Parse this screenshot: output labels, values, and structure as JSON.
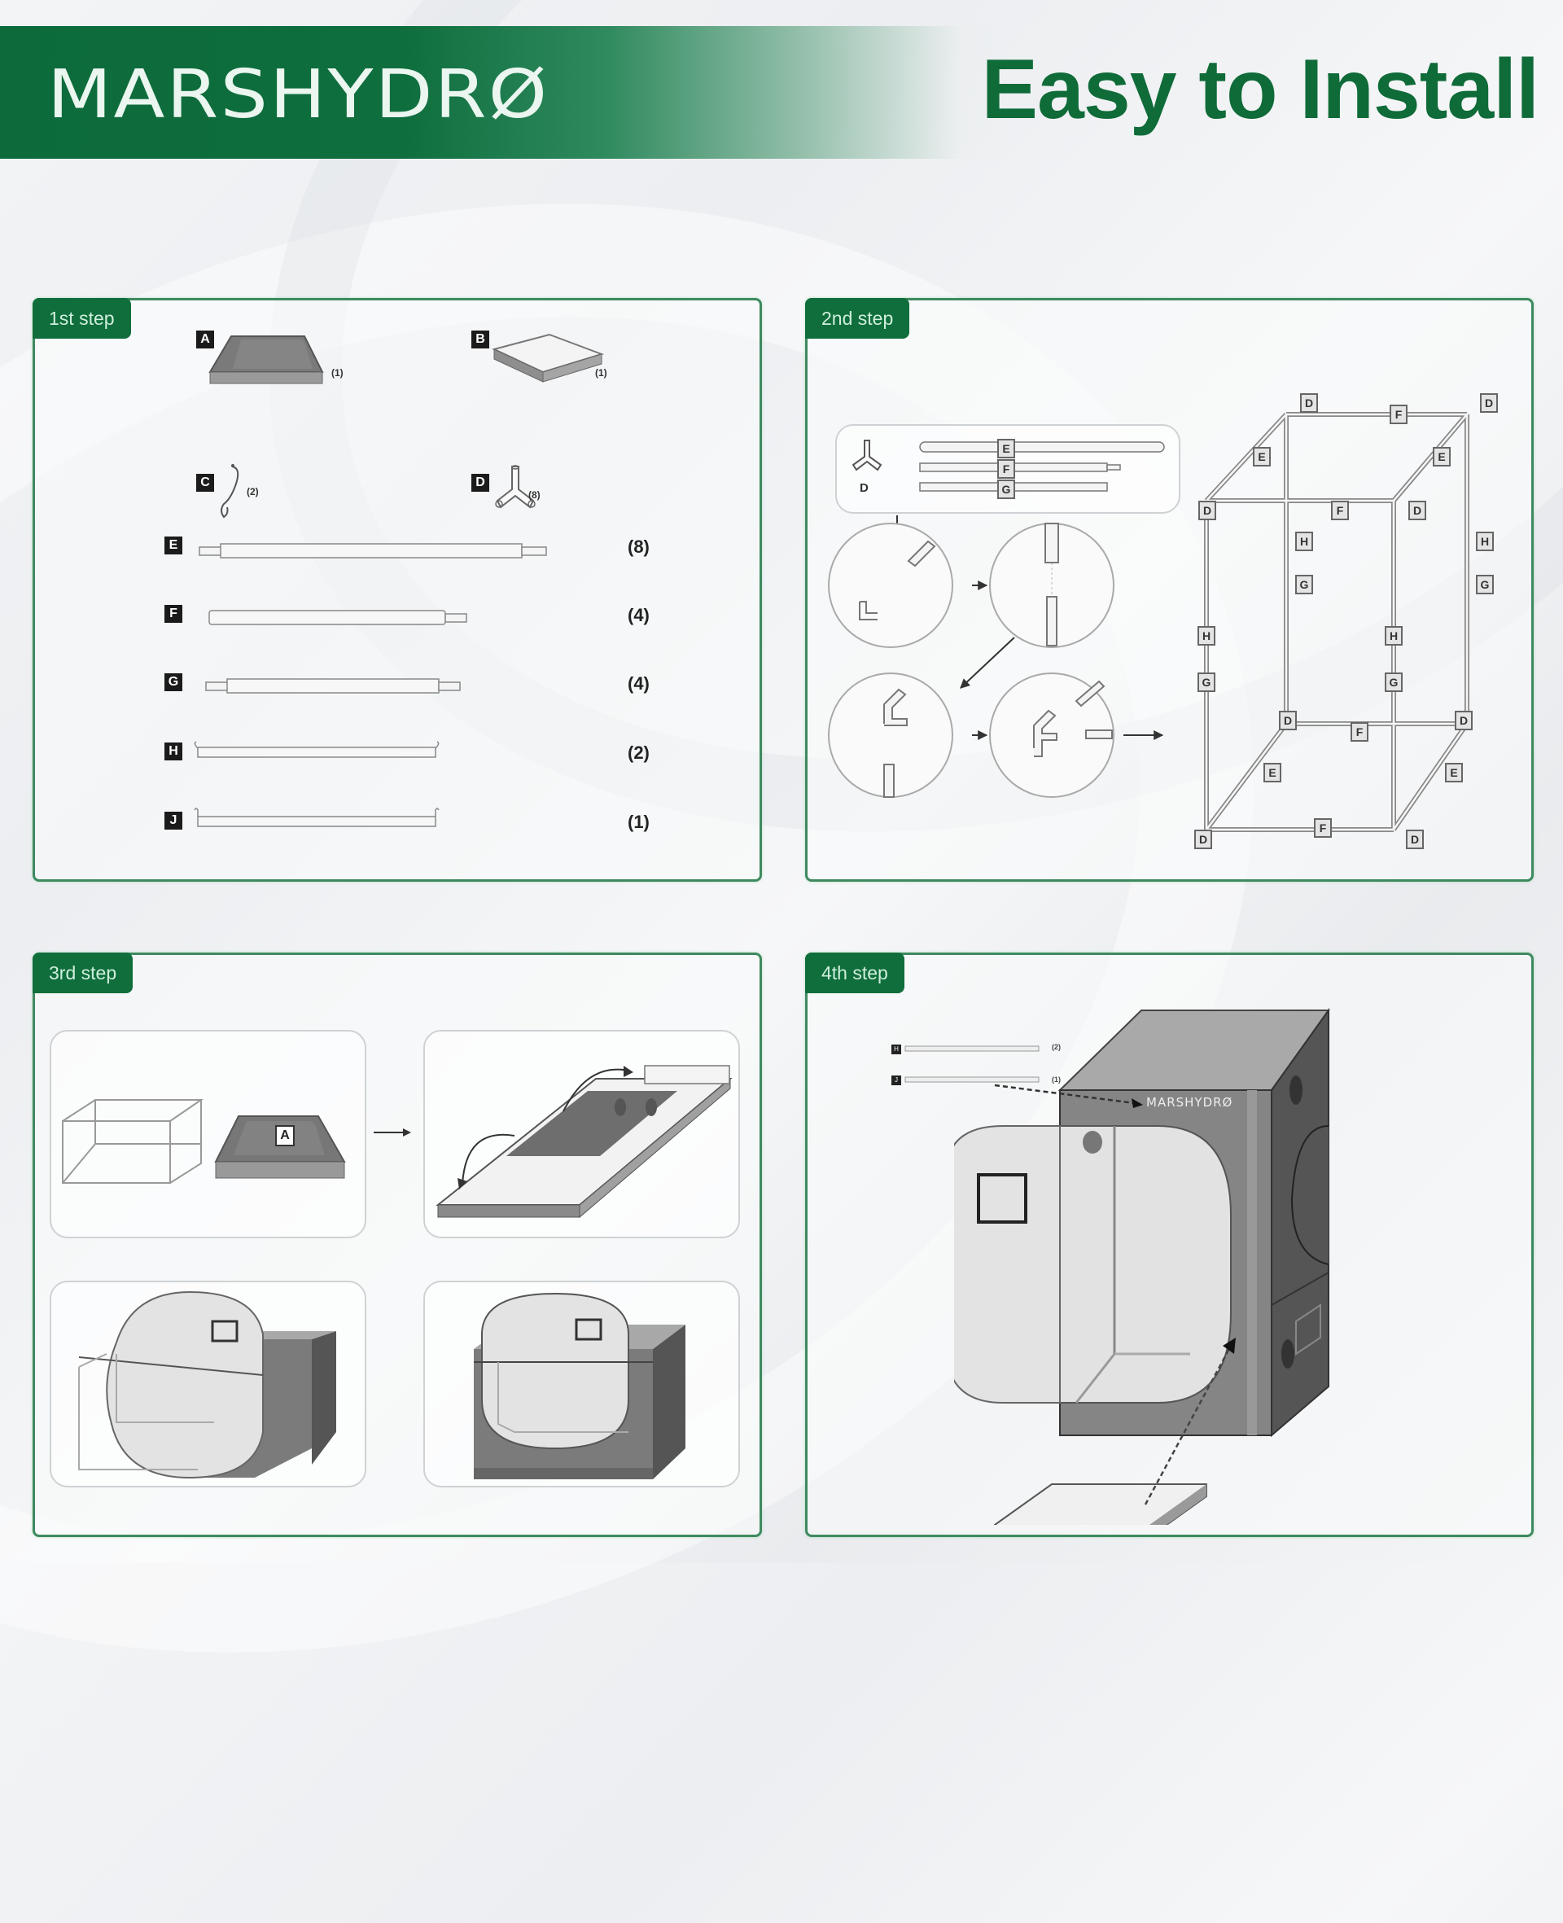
{
  "brand": {
    "logo_text": "MARSHYDRØ",
    "color": "#0f6b38"
  },
  "header": {
    "title": "Easy to Install"
  },
  "steps": [
    {
      "label": "1st step",
      "parts": [
        {
          "id": "A",
          "name": "tent-top",
          "qty": "(1)"
        },
        {
          "id": "B",
          "name": "floor-tray",
          "qty": "(1)"
        },
        {
          "id": "C",
          "name": "hanger",
          "qty": "(2)"
        },
        {
          "id": "D",
          "name": "corner-connector",
          "qty": "(8)"
        },
        {
          "id": "E",
          "name": "pole",
          "qty": "(8)"
        },
        {
          "id": "F",
          "name": "pole",
          "qty": "(4)"
        },
        {
          "id": "G",
          "name": "pole",
          "qty": "(4)"
        },
        {
          "id": "H",
          "name": "hanging-bar",
          "qty": "(2)"
        },
        {
          "id": "J",
          "name": "hanging-bar",
          "qty": "(1)"
        }
      ]
    },
    {
      "label": "2nd step",
      "legend": [
        "D",
        "E",
        "F",
        "G"
      ],
      "frame_labels": {
        "D": "D",
        "E": "E",
        "F": "F",
        "G": "G",
        "H": "H"
      }
    },
    {
      "label": "3rd step",
      "part_label": "A"
    },
    {
      "label": "4th step",
      "bars": [
        {
          "id": "H",
          "qty": "(2)"
        },
        {
          "id": "J",
          "qty": "(1)"
        }
      ],
      "tent_logo": "MARSHYDRØ"
    }
  ]
}
